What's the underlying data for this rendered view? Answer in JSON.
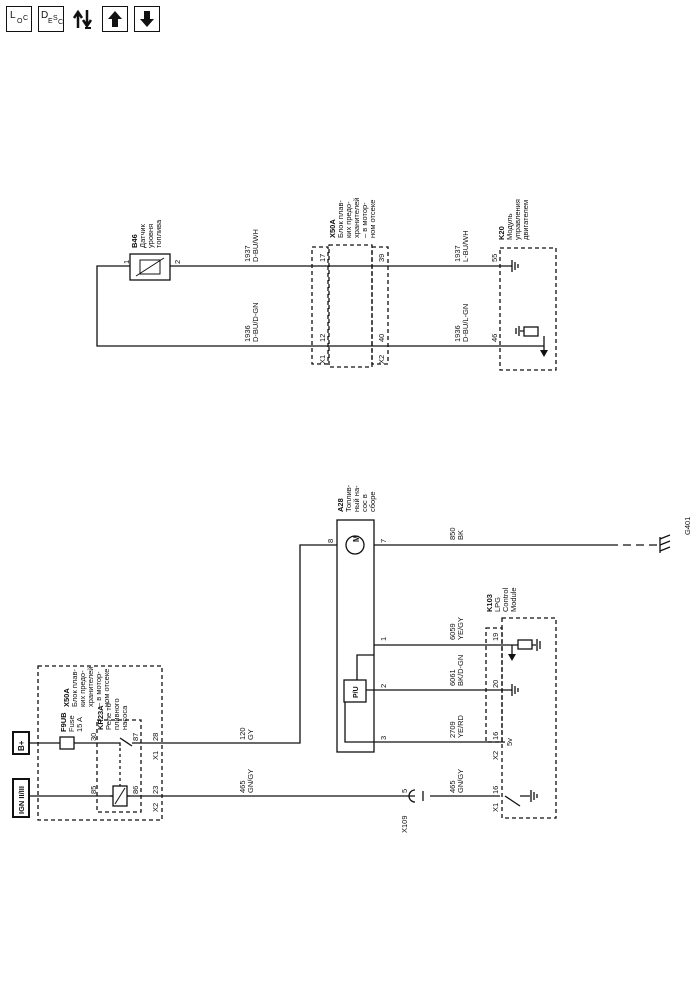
{
  "toolbar": {
    "loc": {
      "main": "L",
      "sub1": "O",
      "sub2": "C"
    },
    "desc": {
      "main": "D",
      "sub1": "E",
      "sub2": "S",
      "sub3": "C"
    },
    "icons": [
      "loc-button-icon",
      "desc-button-icon",
      "connector-flow-icon",
      "arrow-up-icon",
      "arrow-down-icon"
    ]
  },
  "top": {
    "b46": {
      "id": "B46",
      "l1": "Датчик",
      "l2": "уровня",
      "l3": "топлива",
      "pin1": "1",
      "pin2": "2"
    },
    "w1937a": {
      "num": "1937",
      "color": "D-BU/WH"
    },
    "w1936a": {
      "num": "1936",
      "color": "D-BU/D-GN"
    },
    "x50a": {
      "id": "X50A",
      "l1": "Блок плав-",
      "l2": "ких предо-",
      "l3": "хранителей",
      "l4": "– в мотор-",
      "l5": "ном отсеке",
      "p17": "17",
      "p12": "12",
      "p39": "39",
      "p40": "40",
      "x1": "X1",
      "x2": "X2"
    },
    "w1937b": {
      "num": "1937",
      "color": "L-BU/WH"
    },
    "w1936b": {
      "num": "1936",
      "color": "D-BU/L-GN"
    },
    "k20": {
      "id": "K20",
      "l1": "Модуль",
      "l2": "управления",
      "l3": "двигателем",
      "p55": "55",
      "p46": "46"
    }
  },
  "bottom": {
    "bplus": "B+",
    "ign": "IGN II/III",
    "x50a": {
      "id": "X50A",
      "l1": "Блок плав-",
      "l2": "ких предо-",
      "l3": "хранителей",
      "l4": "– в мотор-",
      "l5": "ном отсеке",
      "p30": "30",
      "p28": "28",
      "p23": "23",
      "x1": "X1",
      "x2": "X2"
    },
    "fuse": {
      "id": "F9UB",
      "l1": "Fuse",
      "l2": "15 A"
    },
    "relay": {
      "id": "KR23A",
      "l1": "Реле то-",
      "l2": "пливного",
      "l3": "насоса",
      "p87": "87",
      "p85": "85",
      "p86": "86"
    },
    "w120": {
      "num": "120",
      "color": "GY"
    },
    "w465a": {
      "num": "465",
      "color": "GN/GY"
    },
    "a28": {
      "id": "A28",
      "l1": "Топлив-",
      "l2": "ный на-",
      "l3": "сос в",
      "l4": "сборе",
      "p8": "8",
      "p7": "7",
      "p1": "1",
      "p2": "2",
      "p3": "3",
      "motor": "M",
      "pu": "P/U"
    },
    "w850": {
      "num": "850",
      "color": "BK"
    },
    "g401": "G401",
    "w6059": {
      "num": "6059",
      "color": "YE/GY"
    },
    "w6061": {
      "num": "6061",
      "color": "BK/D-GN"
    },
    "w2709": {
      "num": "2709",
      "color": "YE/RD"
    },
    "w465b": {
      "num": "465",
      "color": "GN/GY"
    },
    "x109": {
      "id": "X109",
      "pin": "5"
    },
    "k103": {
      "id": "K103",
      "l1": "LPG",
      "l2": "Control",
      "l3": "Module",
      "p19": "19",
      "p20": "20",
      "p16a": "16",
      "p16b": "16",
      "v5": "5v",
      "x1": "X1",
      "x2": "X2"
    }
  }
}
